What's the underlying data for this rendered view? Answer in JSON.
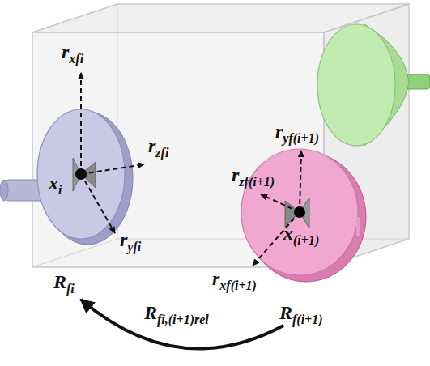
{
  "diagram": {
    "labels": [
      "r",
      "xfi",
      "r",
      "zfi",
      "r",
      "yfi",
      "x",
      "i",
      "r",
      "yf(i+1)",
      "r",
      "zf(i+1)",
      "r",
      "xf(i+1)",
      "x",
      "(i+1)",
      "R",
      "fi",
      "R",
      "f(i+1)",
      "R",
      "fi,(i+1)rel"
    ]
  }
}
